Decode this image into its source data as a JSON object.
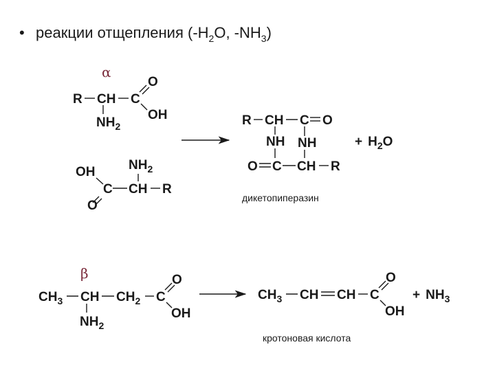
{
  "title": {
    "bullet": "•",
    "text": "реакции отщепления (-H",
    "sub1": "2",
    "mid": "O, -NH",
    "sub2": "3",
    "end": ")"
  },
  "alpha": {
    "greek": "α",
    "reactant1": {
      "r": "R",
      "ch": "CH",
      "c": "C",
      "o": "O",
      "oh": "OH",
      "nh2": "NH",
      "nh2_sub": "2"
    },
    "reactant2": {
      "oh": "OH",
      "nh2": "NH",
      "nh2_sub": "2",
      "c": "C",
      "ch": "CH",
      "r": "R",
      "o": "O"
    },
    "product": {
      "row1": {
        "r": "R",
        "ch": "CH",
        "c": "C",
        "o": "O"
      },
      "row2": {
        "nh_left": "NH",
        "nh_right": "NH"
      },
      "row3": {
        "o": "O",
        "c": "C",
        "ch": "CH",
        "r": "R"
      },
      "byproduct_plus": "+",
      "byproduct": "H",
      "byproduct_sub": "2",
      "byproduct_end": "O",
      "caption": "дикетопиперазин"
    }
  },
  "beta": {
    "greek": "β",
    "reactant": {
      "ch3": "CH",
      "ch3_sub": "3",
      "ch": "CH",
      "ch2": "CH",
      "ch2_sub": "2",
      "c": "C",
      "o": "O",
      "oh": "OH",
      "nh2": "NH",
      "nh2_sub": "2"
    },
    "product": {
      "ch3": "CH",
      "ch3_sub": "3",
      "ch1": "CH",
      "ch2": "CH",
      "c": "C",
      "o": "O",
      "oh": "OH",
      "byproduct_plus": "+",
      "byproduct": "NH",
      "byproduct_sub": "3",
      "caption": "кротоновая кислота"
    }
  }
}
